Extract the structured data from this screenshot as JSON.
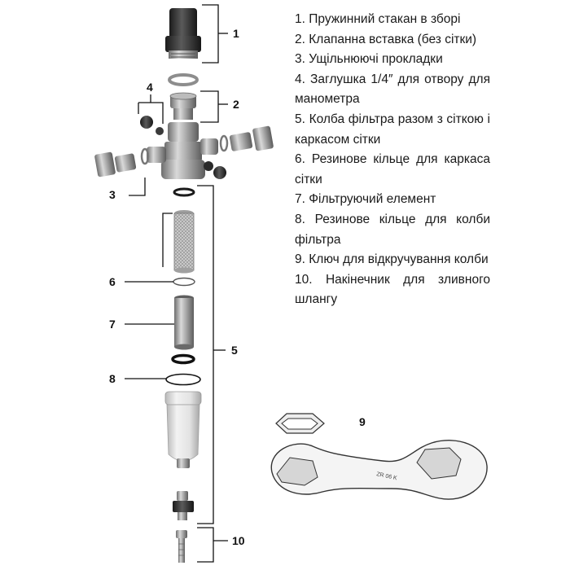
{
  "legend": {
    "items": [
      {
        "num": "1.",
        "text": "Пружинний стакан в зборі"
      },
      {
        "num": "2.",
        "text": "Клапанна вставка (без сітки)"
      },
      {
        "num": "3.",
        "text": "Ущільнюючі прокладки"
      },
      {
        "num": "4.",
        "text": "Заглушка 1/4″ для отвору для манометра"
      },
      {
        "num": "5.",
        "text": "Колба фільтра разом з сіткою і каркасом сітки"
      },
      {
        "num": "6.",
        "text": "Резинове кільце для каркаса сітки"
      },
      {
        "num": "7.",
        "text": "Фільтруючий елемент"
      },
      {
        "num": "8.",
        "text": "Резинове кільце для колби фільтра"
      },
      {
        "num": "9.",
        "text": "Ключ для відкручування колби"
      },
      {
        "num": "10.",
        "text": "Накінечник для зливного шлангу"
      }
    ]
  },
  "callouts": {
    "c1": "1",
    "c2": "2",
    "c3": "3",
    "c4": "4",
    "c5": "5",
    "c6": "6",
    "c7": "7",
    "c8": "8",
    "c9": "9",
    "c10": "10"
  },
  "wrench": {
    "engraving": "ZR 06 K"
  }
}
